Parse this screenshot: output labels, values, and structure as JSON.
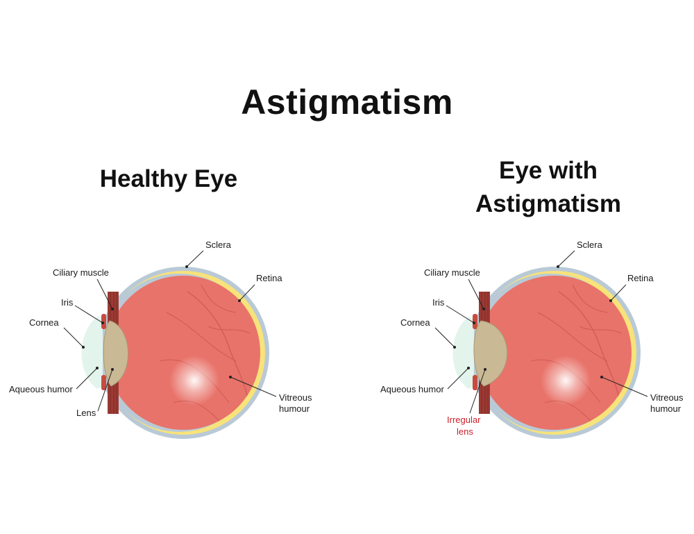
{
  "title": "Astigmatism",
  "left_panel": {
    "title": "Healthy Eye",
    "labels": {
      "sclera": "Sclera",
      "retina": "Retina",
      "ciliary_muscle": "Ciliary muscle",
      "iris": "Iris",
      "cornea": "Cornea",
      "aqueous_humor": "Aqueous humor",
      "lens": "Lens",
      "vitreous_1": "Vitreous",
      "vitreous_2": "humour"
    }
  },
  "right_panel": {
    "title_line1": "Eye with",
    "title_line2": "Astigmatism",
    "labels": {
      "sclera": "Sclera",
      "retina": "Retina",
      "ciliary_muscle": "Ciliary muscle",
      "iris": "Iris",
      "cornea": "Cornea",
      "aqueous_humor": "Aqueous humor",
      "irregular_lens_1": "Irregular",
      "irregular_lens_2": "lens",
      "vitreous_1": "Vitreous",
      "vitreous_2": "humour"
    }
  },
  "colors": {
    "sclera": "#b9cad6",
    "retina": "#f7e37a",
    "vitreous": "#e8736a",
    "lens": "#c9b994",
    "cornea": "#e3f4ec",
    "ciliary": "#9c3a33",
    "highlight_label": "#cc1f2a"
  }
}
